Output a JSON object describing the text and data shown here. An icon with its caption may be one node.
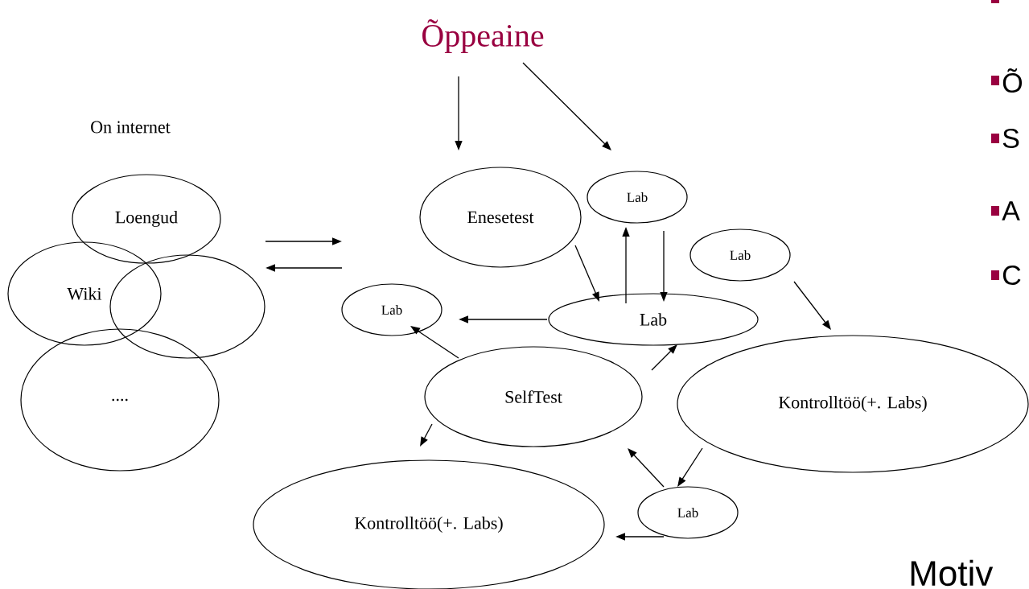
{
  "diagram": {
    "nodes": [
      {
        "text": [
          "Õppeaine"
        ]
      },
      {
        "text": [
          "Loengud"
        ]
      },
      {
        "text": [
          "Wiki"
        ]
      },
      {
        "text": [],
        "shape": "circle"
      },
      {
        "text": [
          "...."
        ]
      },
      {
        "text": [
          "Enesetest"
        ]
      },
      {
        "text": [
          "Lab"
        ]
      },
      {
        "text": [
          "Lab"
        ]
      },
      {
        "text": [
          "Lab"
        ]
      },
      {
        "text": [
          "Lab"
        ]
      },
      {
        "text": [
          "SelfTest"
        ]
      },
      {
        "text": [
          "Kontrolltöö(+. Labs)"
        ]
      },
      {
        "text": [
          "Kontrolltöö(+. Labs)"
        ]
      },
      {
        "text": [
          "Lab"
        ]
      }
    ],
    "edges": [
      {
        "from": 0,
        "to": 5,
        "arrow": "to"
      },
      {
        "from": 0,
        "to": 6,
        "arrow": "to"
      },
      {
        "from": 5,
        "to": 9,
        "arrow": "to"
      },
      {
        "from": 9,
        "to": 6,
        "arrow": "to"
      },
      {
        "from": 6,
        "to": 9,
        "arrow": "to"
      },
      {
        "from": 7,
        "to": 11,
        "arrow": "to"
      },
      {
        "from": 9,
        "to": 8,
        "arrow": "to"
      },
      {
        "from": 10,
        "to": 8,
        "arrow": "to"
      },
      {
        "from": 10,
        "to": 9,
        "arrow": "to"
      },
      {
        "from": 10,
        "to": 12,
        "arrow": "to"
      },
      {
        "from": 11,
        "to": 13,
        "arrow": "to"
      },
      {
        "from": 13,
        "to": 10,
        "arrow": "to"
      },
      {
        "from": 13,
        "to": 12,
        "arrow": "to"
      }
    ],
    "labels": [
      "On internet",
      "Õ",
      "S",
      "A",
      "C",
      "Motiv"
    ]
  }
}
